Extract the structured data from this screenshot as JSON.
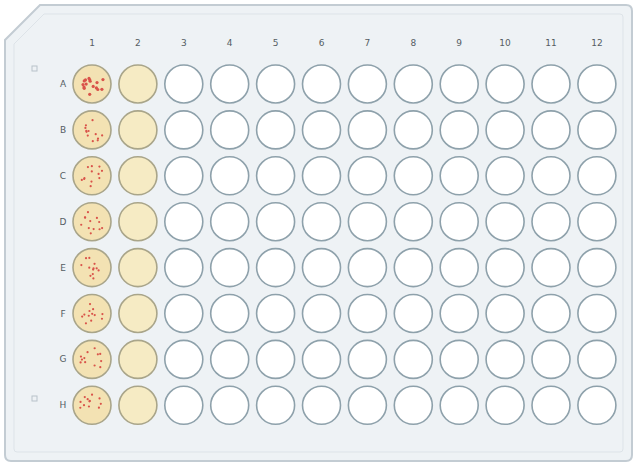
{
  "diagram": {
    "labels": [
      "1",
      "2",
      "3",
      "4",
      "5",
      "6",
      "7",
      "8",
      "9",
      "10",
      "11",
      "12",
      "A",
      "B",
      "C",
      "D",
      "E",
      "F",
      "G",
      "H"
    ]
  }
}
